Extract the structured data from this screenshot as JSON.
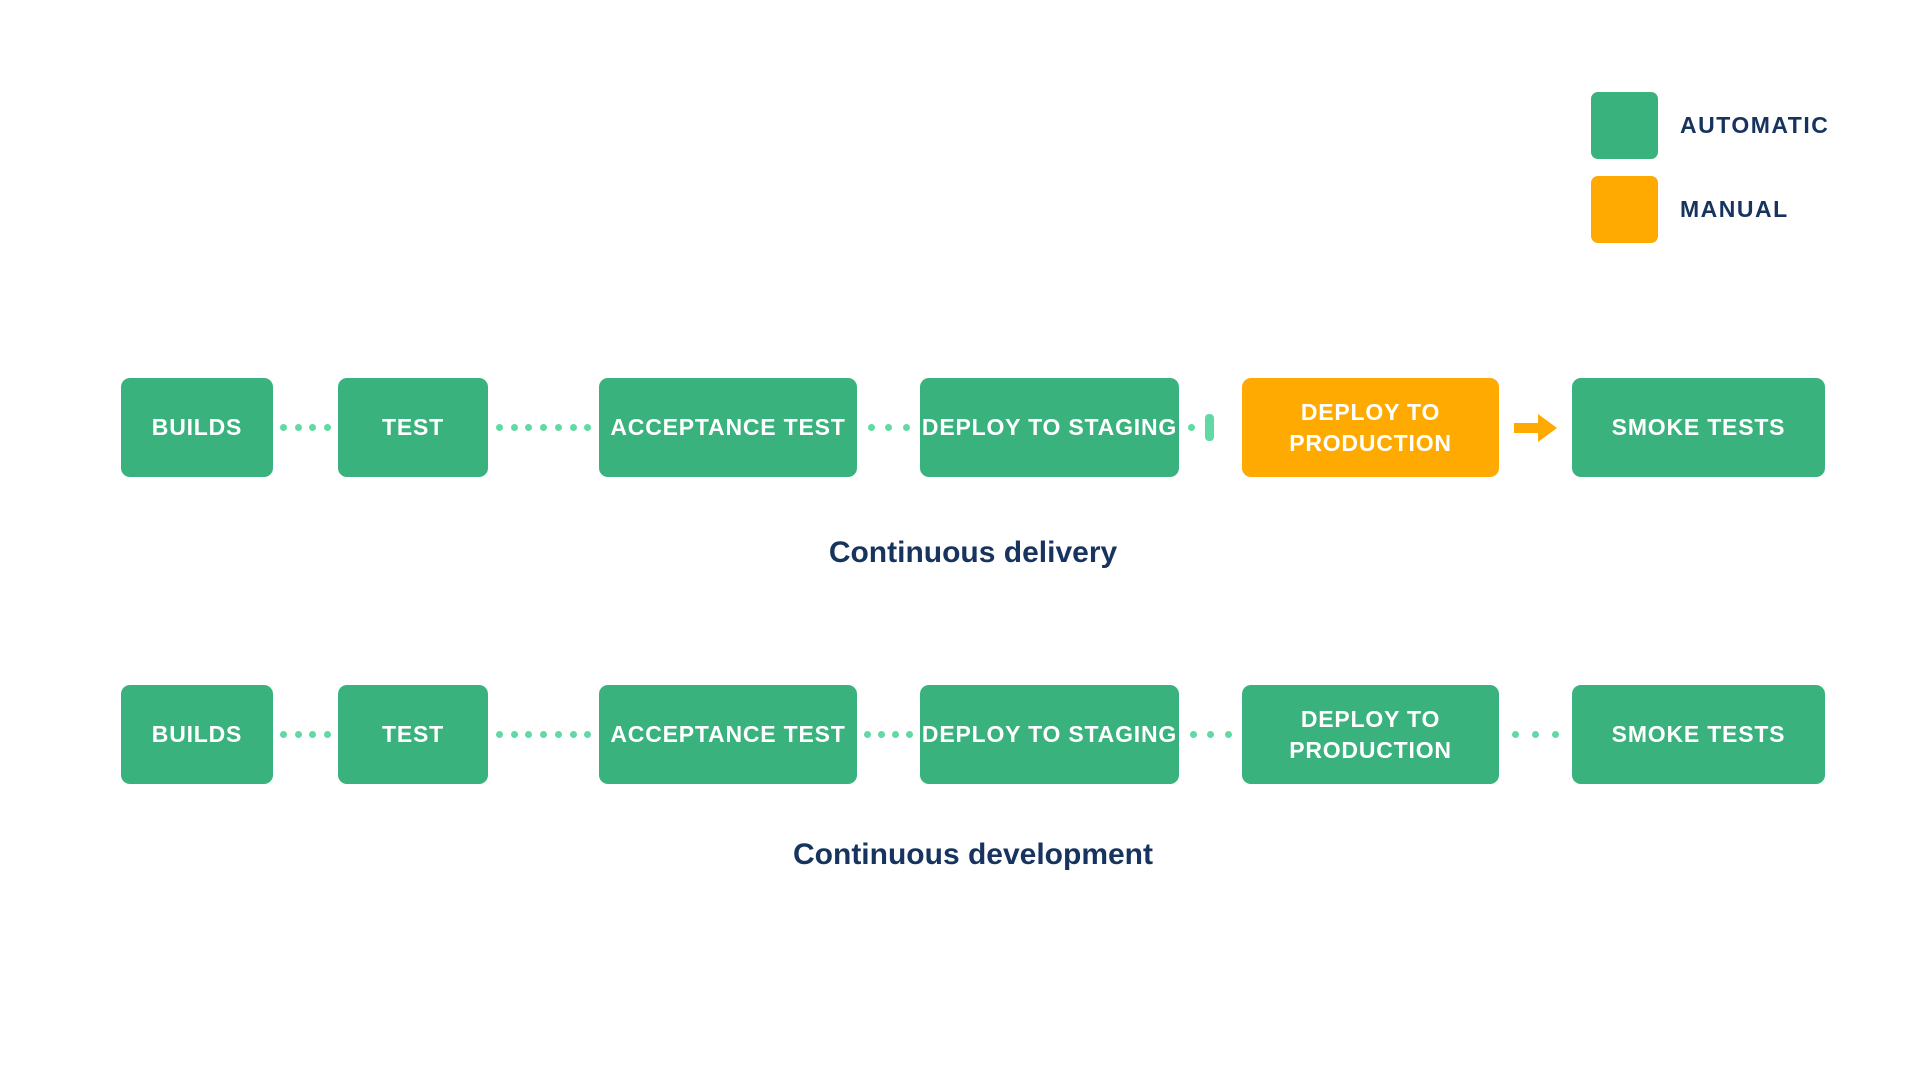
{
  "colors": {
    "automatic": "#39B27E",
    "manual": "#FFAA00",
    "connector_dot": "#61D9A5",
    "title_text": "#17345E",
    "node_text": "#FFFFFF",
    "background": "#FFFFFF"
  },
  "legend": {
    "items": [
      {
        "label": "AUTOMATIC",
        "mode": "automatic"
      },
      {
        "label": "MANUAL",
        "mode": "manual"
      }
    ]
  },
  "pipelines": [
    {
      "title": "Continuous delivery",
      "stages": [
        {
          "label": "BUILDS",
          "mode": "automatic"
        },
        {
          "label": "TEST",
          "mode": "automatic"
        },
        {
          "label": "ACCEPTANCE TEST",
          "mode": "automatic"
        },
        {
          "label": "DEPLOY TO STAGING",
          "mode": "automatic"
        },
        {
          "label": "DEPLOY TO PRODUCTION",
          "mode": "manual"
        },
        {
          "label": "SMOKE TESTS",
          "mode": "automatic"
        }
      ],
      "connectors": [
        {
          "type": "dotted",
          "dots": 4
        },
        {
          "type": "dotted",
          "dots": 7
        },
        {
          "type": "dotted",
          "dots": 3
        },
        {
          "type": "manual-gate",
          "dots": 1
        },
        {
          "type": "solid-arrow"
        }
      ]
    },
    {
      "title": "Continuous development",
      "stages": [
        {
          "label": "BUILDS",
          "mode": "automatic"
        },
        {
          "label": "TEST",
          "mode": "automatic"
        },
        {
          "label": "ACCEPTANCE TEST",
          "mode": "automatic"
        },
        {
          "label": "DEPLOY TO STAGING",
          "mode": "automatic"
        },
        {
          "label": "DEPLOY TO PRODUCTION",
          "mode": "automatic"
        },
        {
          "label": "SMOKE TESTS",
          "mode": "automatic"
        }
      ],
      "connectors": [
        {
          "type": "dotted",
          "dots": 4
        },
        {
          "type": "dotted",
          "dots": 7
        },
        {
          "type": "dotted",
          "dots": 4
        },
        {
          "type": "dotted",
          "dots": 3
        },
        {
          "type": "dotted",
          "dots": 3
        }
      ]
    }
  ]
}
